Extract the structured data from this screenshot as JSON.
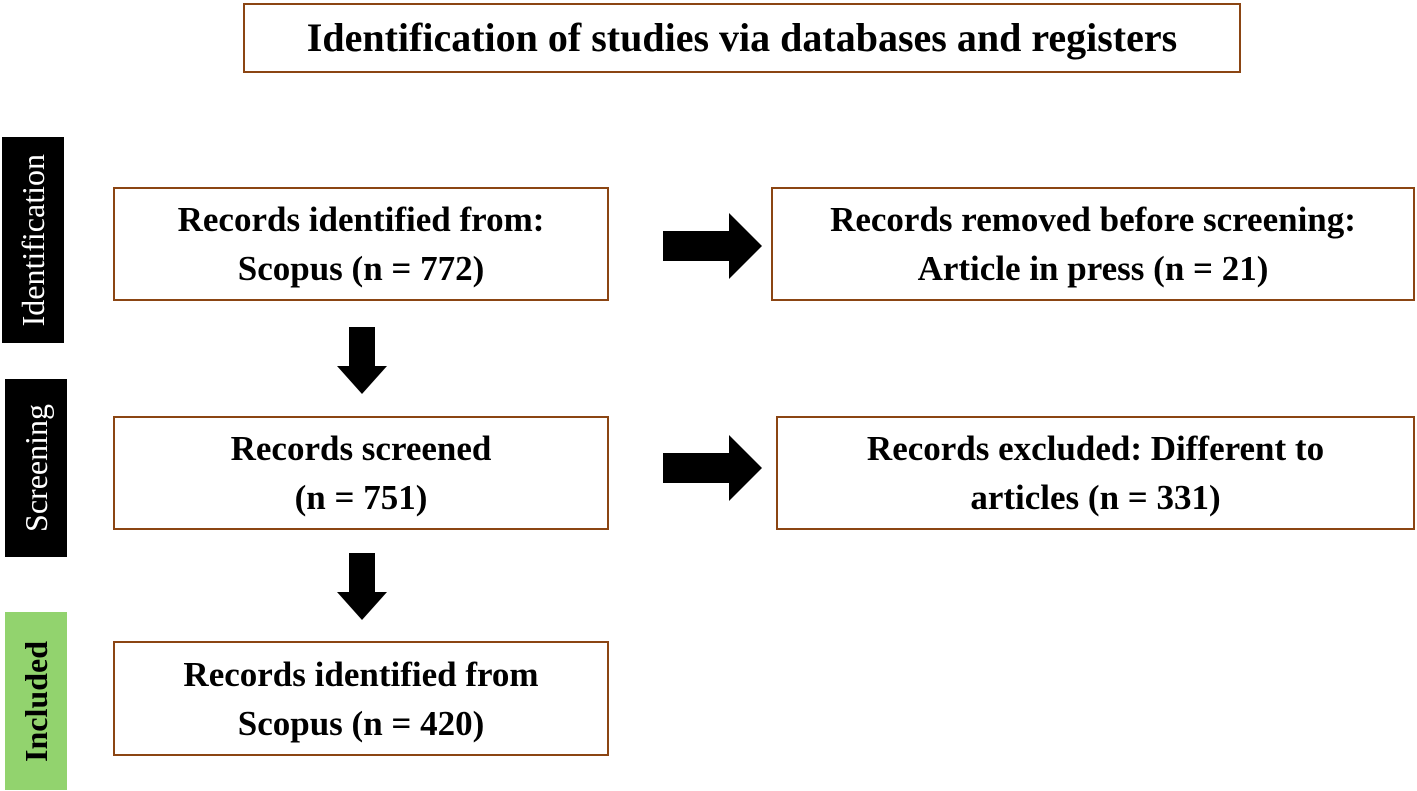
{
  "title": "Identification of studies via databases and registers",
  "colors": {
    "box_border": "#8B4513",
    "stage_dark": "#000000",
    "stage_included": "#92D36E",
    "arrow": "#000000"
  },
  "stages": {
    "identification": "Identification",
    "screening": "Screening",
    "included": "Included"
  },
  "boxes": {
    "identified": {
      "line1": "Records identified from:",
      "line2": "Scopus (n = 772)"
    },
    "removed": {
      "line1": "Records removed before screening:",
      "line2": "Article in press (n = 21)"
    },
    "screened": {
      "line1": "Records screened",
      "line2": "(n = 751)"
    },
    "excluded": {
      "line1": "Records excluded: Different to",
      "line2": "articles (n = 331)"
    },
    "included": {
      "line1": "Records identified from",
      "line2": "Scopus (n = 420)"
    }
  }
}
